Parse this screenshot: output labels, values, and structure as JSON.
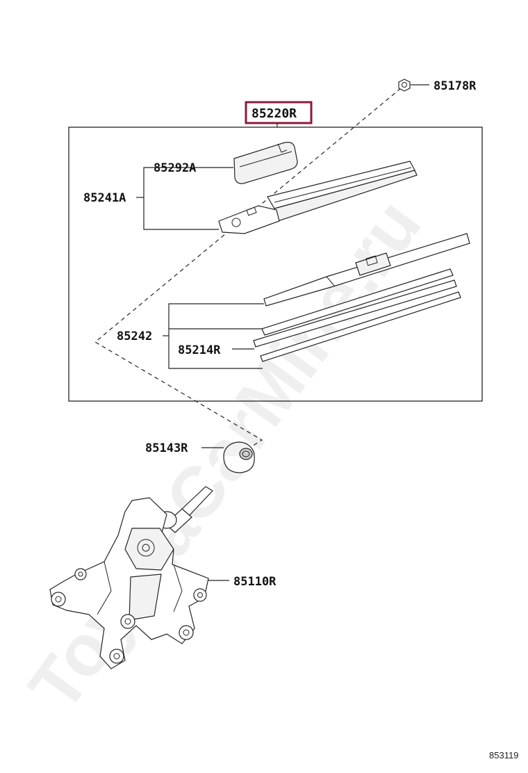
{
  "diagram": {
    "highlighted_part": "85220R",
    "watermark": "ToyotaCarMine.ru",
    "diagram_id": "853119",
    "labels": {
      "p85178R": "85178R",
      "p85220R": "85220R",
      "p85292A": "85292A",
      "p85241A": "85241A",
      "p85242": "85242",
      "p85214R": "85214R",
      "p85143R": "85143R",
      "p85110R": "85110R"
    },
    "colors": {
      "highlight_box": "#8c1a3a",
      "line": "#222222",
      "watermark": "#e2e2e2"
    },
    "icons": [
      "nut-icon",
      "cap-icon",
      "wiper-arm-icon",
      "wiper-blade-icon",
      "refill-icon",
      "grommet-icon",
      "wiper-motor-icon"
    ]
  }
}
